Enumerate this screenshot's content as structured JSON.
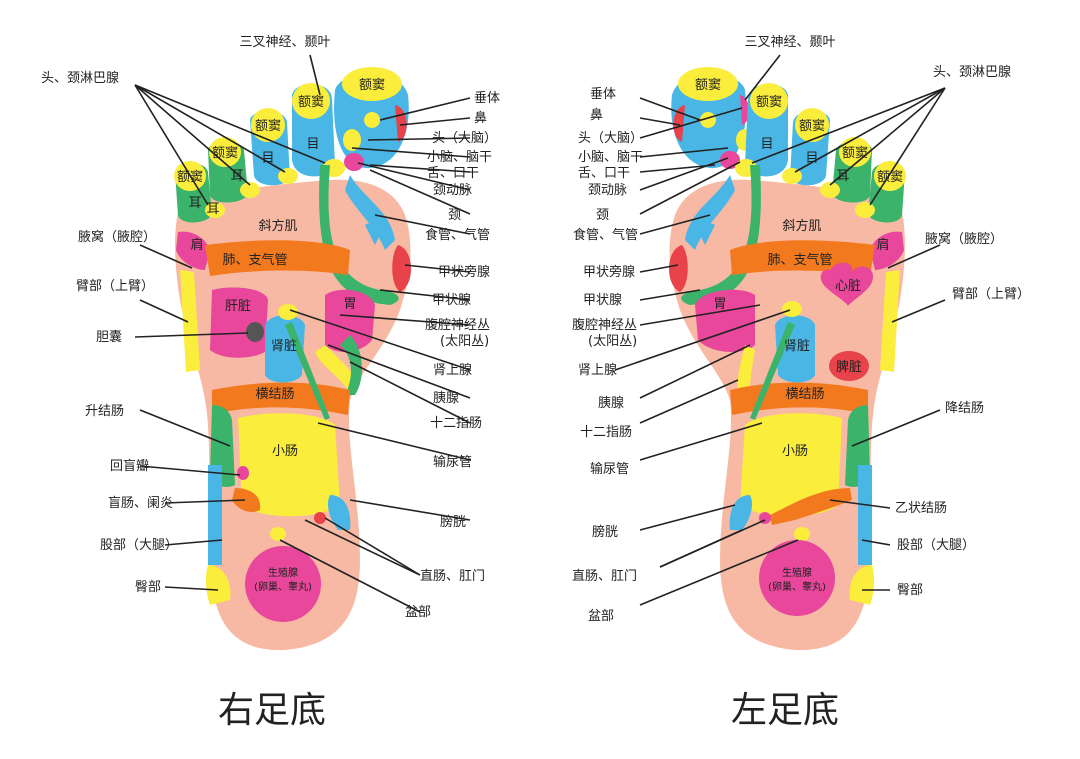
{
  "right_foot": {
    "caption": "右足底",
    "zones": {
      "toe_sinus": "额窦",
      "eye": "目",
      "ear": "耳",
      "shoulder": "肩",
      "trapezius": "斜方肌",
      "lung": "肺、支气管",
      "liver": "肝脏",
      "kidney": "肾脏",
      "stomach": "胃",
      "transverse_colon": "横结肠",
      "small_intestine": "小肠",
      "gonad": "生殖腺",
      "gonad_sub": "(卵巢、睾丸)"
    },
    "labels": {
      "trigeminal": "三叉神经、颞叶",
      "lymph": "头、颈淋巴腺",
      "pituitary": "垂体",
      "nose": "鼻",
      "head": "头（大脑）",
      "cerebellum": "小脑、脑干",
      "tongue": "舌、口干",
      "carotid": "颈动脉",
      "neck": "颈",
      "esophagus": "食管、气管",
      "parathyroid": "甲状旁腺",
      "thyroid": "甲状腺",
      "solar": "腹腔神经丛",
      "solar_sub": "(太阳丛)",
      "adrenal": "肾上腺",
      "pancreas": "胰腺",
      "duodenum": "十二指肠",
      "ureter": "输尿管",
      "bladder": "膀胱",
      "rectum": "直肠、肛门",
      "pelvis": "盆部",
      "armpit": "腋窝（腋腔）",
      "upper_arm": "臂部（上臂）",
      "gallbladder": "胆囊",
      "ascending_colon": "升结肠",
      "ileocecal": "回盲瓣",
      "appendix": "盲肠、阑炎",
      "thigh": "股部（大腿）",
      "hip": "臀部"
    }
  },
  "left_foot": {
    "caption": "左足底",
    "zones": {
      "toe_sinus": "额窦",
      "eye": "目",
      "ear": "耳",
      "shoulder": "肩",
      "trapezius": "斜方肌",
      "lung": "肺、支气管",
      "heart": "心脏",
      "stomach": "胃",
      "kidney": "肾脏",
      "spleen": "脾脏",
      "transverse_colon": "横结肠",
      "small_intestine": "小肠",
      "gonad": "生殖腺",
      "gonad_sub": "(卵巢、睾丸)"
    },
    "labels": {
      "trigeminal": "三叉神经、颞叶",
      "lymph": "头、颈淋巴腺",
      "pituitary": "垂体",
      "nose": "鼻",
      "head": "头（大脑）",
      "cerebellum": "小脑、脑干",
      "tongue": "舌、口干",
      "carotid": "颈动脉",
      "neck": "颈",
      "esophagus": "食管、气管",
      "parathyroid": "甲状旁腺",
      "thyroid": "甲状腺",
      "solar": "腹腔神经丛",
      "solar_sub": "(太阳丛)",
      "adrenal": "肾上腺",
      "pancreas": "胰腺",
      "duodenum": "十二指肠",
      "ureter": "输尿管",
      "bladder": "膀胱",
      "rectum": "直肠、肛门",
      "pelvis": "盆部",
      "armpit": "腋窝（腋腔）",
      "upper_arm": "臂部（上臂）",
      "descending_colon": "降结肠",
      "sigmoid": "乙状结肠",
      "thigh": "股部（大腿）",
      "hip": "臀部"
    }
  },
  "colors": {
    "skin": "#f7b9a4",
    "yellow": "#fbed3c",
    "blue": "#49b6e5",
    "green": "#3bb36a",
    "pink": "#e8479b",
    "orange": "#f3791f",
    "red": "#e8424b",
    "magenta": "#d52a88"
  }
}
